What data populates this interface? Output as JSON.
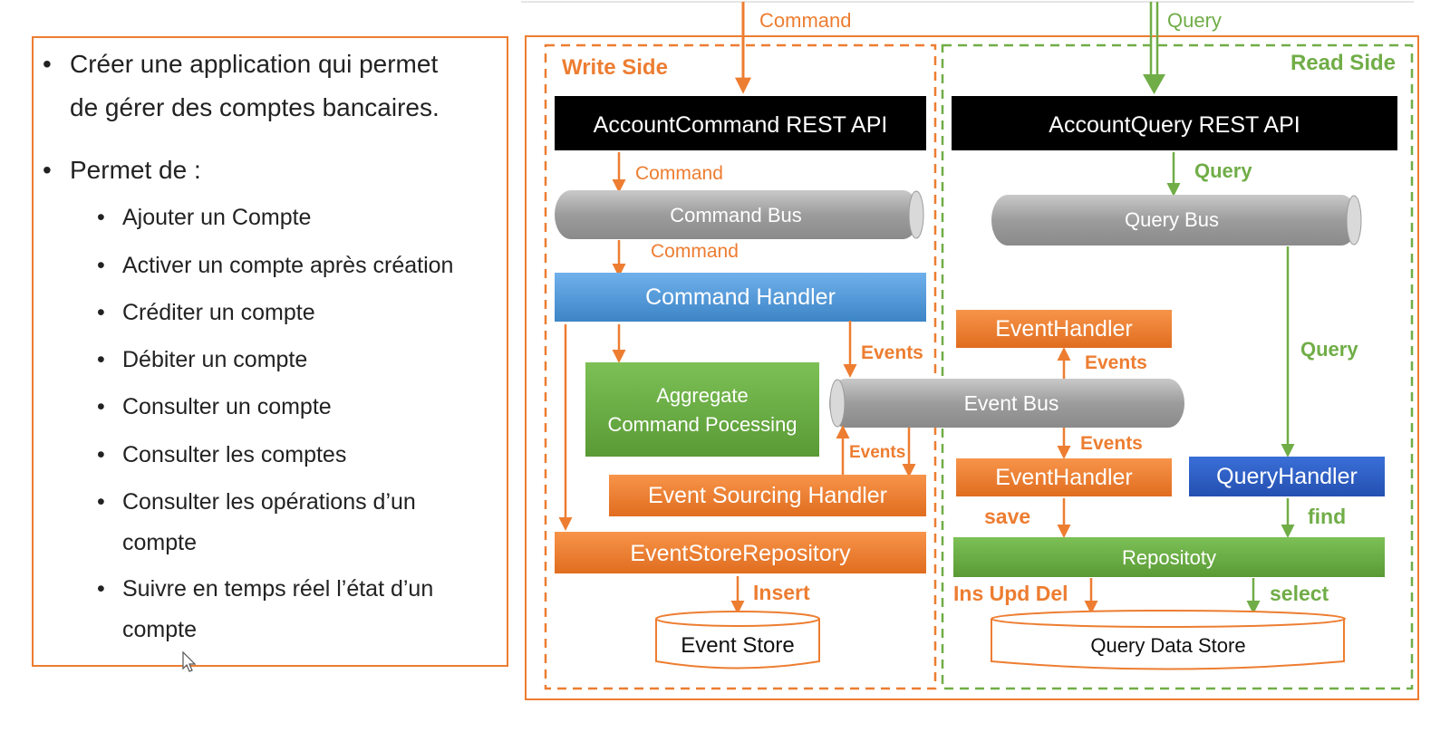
{
  "colors": {
    "orange": "#ed7d31",
    "green": "#70ad47",
    "blue": "#5b9bd5",
    "darkblue": "#2f5fc4",
    "black": "#000000",
    "gray": "#a6a6a6"
  },
  "left_panel": {
    "items": [
      {
        "level": 1,
        "lines": [
          "Créer une application qui permet",
          "de gérer des comptes bancaires."
        ]
      },
      {
        "level": 1,
        "lines": [
          "Permet de :"
        ]
      },
      {
        "level": 2,
        "lines": [
          "Ajouter un Compte"
        ]
      },
      {
        "level": 2,
        "lines": [
          "Activer un compte après création"
        ]
      },
      {
        "level": 2,
        "lines": [
          "Créditer un compte"
        ]
      },
      {
        "level": 2,
        "lines": [
          "Débiter un compte"
        ]
      },
      {
        "level": 2,
        "lines": [
          "Consulter un compte"
        ]
      },
      {
        "level": 2,
        "lines": [
          "Consulter les comptes"
        ]
      },
      {
        "level": 2,
        "lines": [
          "Consulter les opérations d’un",
          "compte"
        ]
      },
      {
        "level": 2,
        "lines": [
          "Suivre en temps réel l’état d’un",
          "compte"
        ]
      }
    ]
  },
  "diagram": {
    "incoming_command": "Command",
    "incoming_query": "Query",
    "write_side": {
      "title": "Write Side",
      "rest_api": "AccountCommand REST API",
      "label_command_1": "Command",
      "command_bus": "Command Bus",
      "label_command_2": "Command",
      "command_handler": "Command Handler",
      "label_events_1": "Events",
      "aggregate_line1": "Aggregate",
      "aggregate_line2": "Command Pocessing",
      "label_events_2": "Events",
      "event_sourcing_handler": "Event Sourcing Handler",
      "event_store_repository": "EventStoreRepository",
      "label_insert": "Insert",
      "event_store": "Event Store"
    },
    "event_bus": "Event Bus",
    "read_side": {
      "title": "Read Side",
      "rest_api": "AccountQuery REST API",
      "label_query_1": "Query",
      "query_bus": "Query Bus",
      "label_query_2": "Query",
      "event_handler_top": "EventHandler",
      "label_events_top": "Events",
      "label_events_bottom": "Events",
      "event_handler_bottom": "EventHandler",
      "query_handler": "QueryHandler",
      "label_save": "save",
      "label_find": "find",
      "repository": "Repositoty",
      "label_ins_upd_del": "Ins Upd Del",
      "label_select": "select",
      "query_data_store": "Query Data Store"
    }
  }
}
